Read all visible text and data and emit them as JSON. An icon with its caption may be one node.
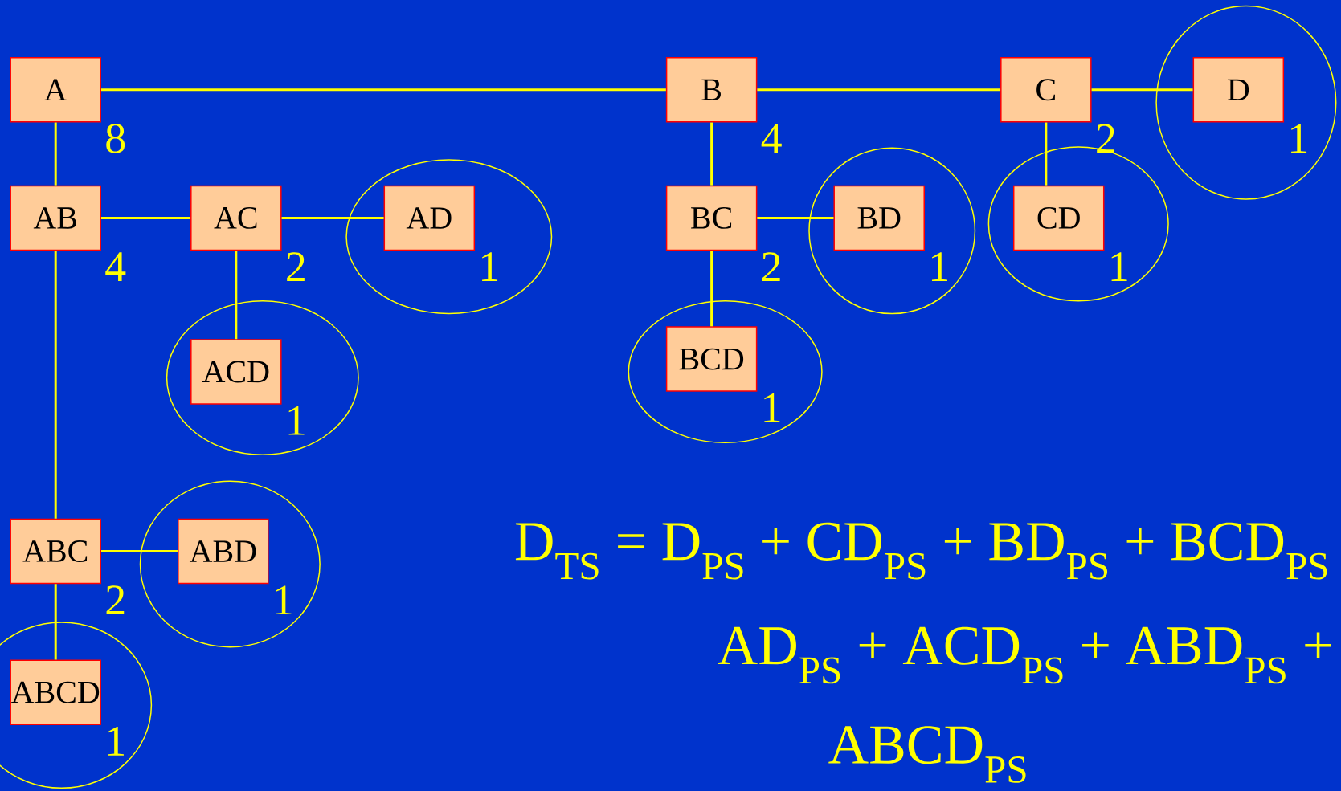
{
  "diagram": {
    "nodes": [
      {
        "text": [
          "A"
        ],
        "beside": [
          "8"
        ]
      },
      {
        "text": [
          "B"
        ],
        "beside": [
          "4"
        ]
      },
      {
        "text": [
          "C"
        ],
        "beside": [
          "2"
        ]
      },
      {
        "text": [
          "D"
        ],
        "beside": [
          "1"
        ]
      },
      {
        "text": [
          "AB"
        ],
        "beside": [
          "4"
        ]
      },
      {
        "text": [
          "AC"
        ],
        "beside": [
          "2"
        ]
      },
      {
        "text": [
          "AD"
        ],
        "beside": [
          "1"
        ]
      },
      {
        "text": [
          "BC"
        ],
        "beside": [
          "2"
        ]
      },
      {
        "text": [
          "BD"
        ],
        "beside": [
          "1"
        ]
      },
      {
        "text": [
          "CD"
        ],
        "beside": [
          "1"
        ]
      },
      {
        "text": [
          "ACD"
        ],
        "beside": [
          "1"
        ]
      },
      {
        "text": [
          "BCD"
        ],
        "beside": [
          "1"
        ]
      },
      {
        "text": [
          "ABC"
        ],
        "beside": [
          "2"
        ]
      },
      {
        "text": [
          "ABD"
        ],
        "beside": [
          "1"
        ]
      },
      {
        "text": [
          "ABCD"
        ],
        "beside": [
          "1"
        ]
      }
    ],
    "edges": [
      {
        "from": 0,
        "to": 1,
        "arrow": "none"
      },
      {
        "from": 1,
        "to": 2,
        "arrow": "none"
      },
      {
        "from": 2,
        "to": 3,
        "arrow": "none"
      },
      {
        "from": 0,
        "to": 4,
        "arrow": "none"
      },
      {
        "from": 1,
        "to": 7,
        "arrow": "none"
      },
      {
        "from": 2,
        "to": 9,
        "arrow": "none"
      },
      {
        "from": 4,
        "to": 5,
        "arrow": "none"
      },
      {
        "from": 5,
        "to": 6,
        "arrow": "none"
      },
      {
        "from": 7,
        "to": 8,
        "arrow": "none"
      },
      {
        "from": 5,
        "to": 10,
        "arrow": "none"
      },
      {
        "from": 7,
        "to": 11,
        "arrow": "none"
      },
      {
        "from": 4,
        "to": 12,
        "arrow": "none"
      },
      {
        "from": 12,
        "to": 13,
        "arrow": "none"
      },
      {
        "from": 12,
        "to": 14,
        "arrow": "none"
      }
    ],
    "labels": [
      "D$_{TS}$ = D$_{PS}$ + CD$_{PS}$ + BD$_{PS}$ + BCD$_{PS}$",
      "AD$_{PS}$ + ACD$_{PS}$ + ABD$_{PS}$ +",
      "ABCD$_{PS}$"
    ]
  }
}
